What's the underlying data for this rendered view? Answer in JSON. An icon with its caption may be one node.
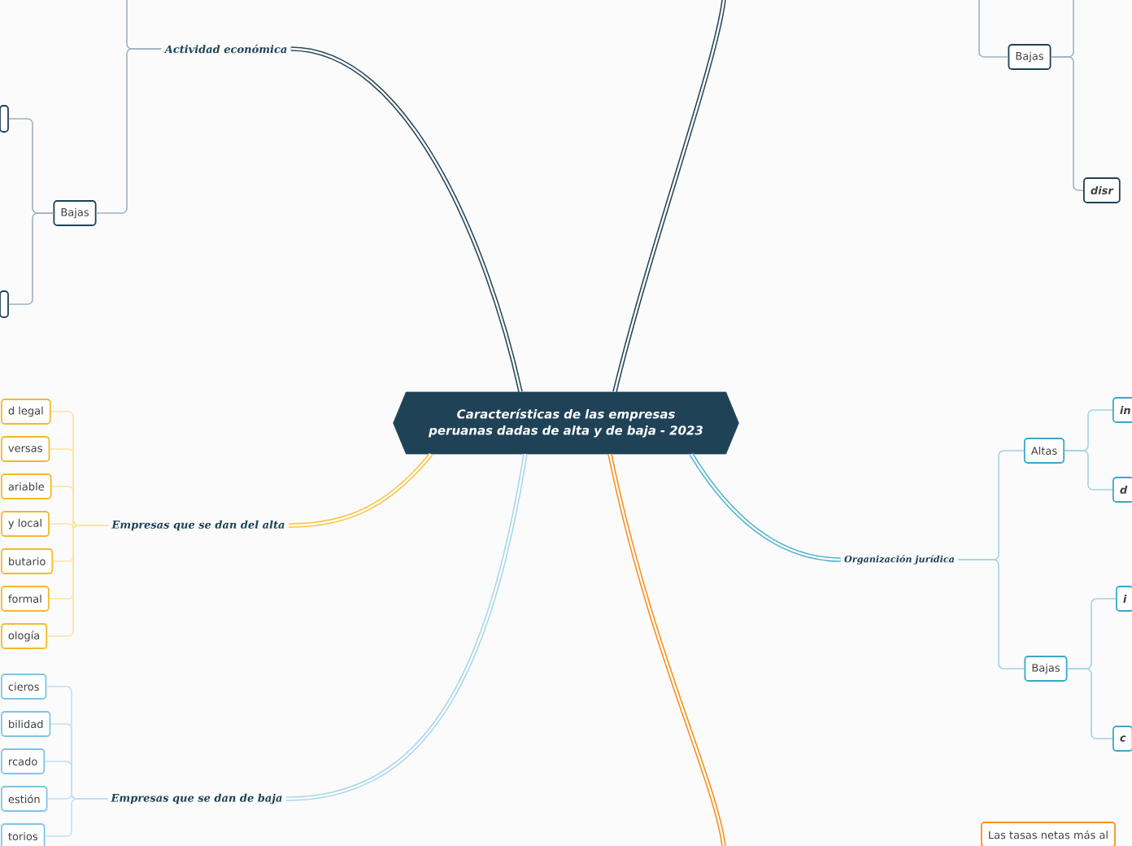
{
  "diagram": {
    "nodes": [
      {
        "text": [
          "Características de las empresas peruanas dadas de alta y de baja - 2023"
        ]
      },
      {
        "text": [
          "Actividad económica"
        ]
      },
      {
        "text": [
          "Bajas"
        ]
      },
      {
        "text": [],
        "shape": "box"
      },
      {
        "text": [],
        "shape": "box"
      },
      {
        "text": [
          "Empresas que se dan del alta"
        ]
      },
      {
        "text": [
          "d legal"
        ]
      },
      {
        "text": [
          "versas"
        ]
      },
      {
        "text": [
          "ariable"
        ]
      },
      {
        "text": [
          "y local"
        ]
      },
      {
        "text": [
          "butario"
        ]
      },
      {
        "text": [
          "formal"
        ]
      },
      {
        "text": [
          "ología"
        ]
      },
      {
        "text": [
          "Empresas que se dan de baja"
        ]
      },
      {
        "text": [
          "cieros"
        ]
      },
      {
        "text": [
          "bilidad"
        ]
      },
      {
        "text": [
          "rcado"
        ]
      },
      {
        "text": [
          "estión"
        ]
      },
      {
        "text": [
          "torios"
        ]
      },
      {
        "text": [
          "Organización jurídica"
        ]
      },
      {
        "text": [
          "Altas"
        ]
      },
      {
        "text": [
          "in"
        ]
      },
      {
        "text": [
          "d"
        ]
      },
      {
        "text": [
          "Bajas"
        ]
      },
      {
        "text": [
          "i"
        ]
      },
      {
        "text": [
          "c"
        ]
      },
      {
        "text": [
          "Bajas"
        ]
      },
      {
        "text": [
          "disr"
        ]
      },
      {
        "text": [
          "Las tasas netas más al"
        ]
      }
    ],
    "edges": [
      {
        "from": 0,
        "to": 1,
        "arrow": "none",
        "style": "thick",
        "color": "#2b4a5e"
      },
      {
        "from": 0,
        "to": null,
        "arrow": "none",
        "style": "thick",
        "color": "#2b4a5e"
      },
      {
        "from": 0,
        "to": 5,
        "arrow": "none",
        "style": "thick",
        "color": "#f9c440"
      },
      {
        "from": 0,
        "to": 13,
        "arrow": "none",
        "style": "thick",
        "color": "#a9d6ee"
      },
      {
        "from": 0,
        "to": 19,
        "arrow": "none",
        "style": "thick",
        "color": "#52b3cf"
      },
      {
        "from": 0,
        "to": null,
        "arrow": "none",
        "style": "thick",
        "color": "#f7911e"
      },
      {
        "from": 1,
        "to": 2,
        "arrow": "none",
        "color": "#9fb2bf"
      },
      {
        "from": 1,
        "to": null,
        "arrow": "none",
        "color": "#9fb2bf"
      },
      {
        "from": 2,
        "to": 3,
        "arrow": "none",
        "color": "#9fb2bf"
      },
      {
        "from": 2,
        "to": 4,
        "arrow": "none",
        "color": "#9fb2bf"
      },
      {
        "from": 5,
        "to": 6,
        "arrow": "none",
        "color": "#fde3a0"
      },
      {
        "from": 5,
        "to": 7,
        "arrow": "none",
        "color": "#fde3a0"
      },
      {
        "from": 5,
        "to": 8,
        "arrow": "none",
        "color": "#fde3a0"
      },
      {
        "from": 5,
        "to": 9,
        "arrow": "none",
        "color": "#fde3a0"
      },
      {
        "from": 5,
        "to": 10,
        "arrow": "none",
        "color": "#fde3a0"
      },
      {
        "from": 5,
        "to": 11,
        "arrow": "none",
        "color": "#fde3a0"
      },
      {
        "from": 5,
        "to": 12,
        "arrow": "none",
        "color": "#fde3a0"
      },
      {
        "from": 13,
        "to": 14,
        "arrow": "none",
        "color": "#bfe1f3"
      },
      {
        "from": 13,
        "to": 15,
        "arrow": "none",
        "color": "#bfe1f3"
      },
      {
        "from": 13,
        "to": 16,
        "arrow": "none",
        "color": "#bfe1f3"
      },
      {
        "from": 13,
        "to": 17,
        "arrow": "none",
        "color": "#bfe1f3"
      },
      {
        "from": 13,
        "to": 18,
        "arrow": "none",
        "color": "#bfe1f3"
      },
      {
        "from": 19,
        "to": 20,
        "arrow": "none",
        "color": "#9fd3e4"
      },
      {
        "from": 19,
        "to": 23,
        "arrow": "none",
        "color": "#9fd3e4"
      },
      {
        "from": 20,
        "to": 21,
        "arrow": "none",
        "color": "#9fd3e4"
      },
      {
        "from": 20,
        "to": 22,
        "arrow": "none",
        "color": "#9fd3e4"
      },
      {
        "from": 23,
        "to": 24,
        "arrow": "none",
        "color": "#9fd3e4"
      },
      {
        "from": 23,
        "to": 25,
        "arrow": "none",
        "color": "#9fd3e4"
      },
      {
        "from": null,
        "to": 26,
        "arrow": "none",
        "color": "#9fb2bf"
      },
      {
        "from": 26,
        "to": 27,
        "arrow": "none",
        "color": "#9fb2bf"
      },
      {
        "from": 26,
        "to": null,
        "arrow": "none",
        "color": "#9fb2bf"
      }
    ]
  }
}
